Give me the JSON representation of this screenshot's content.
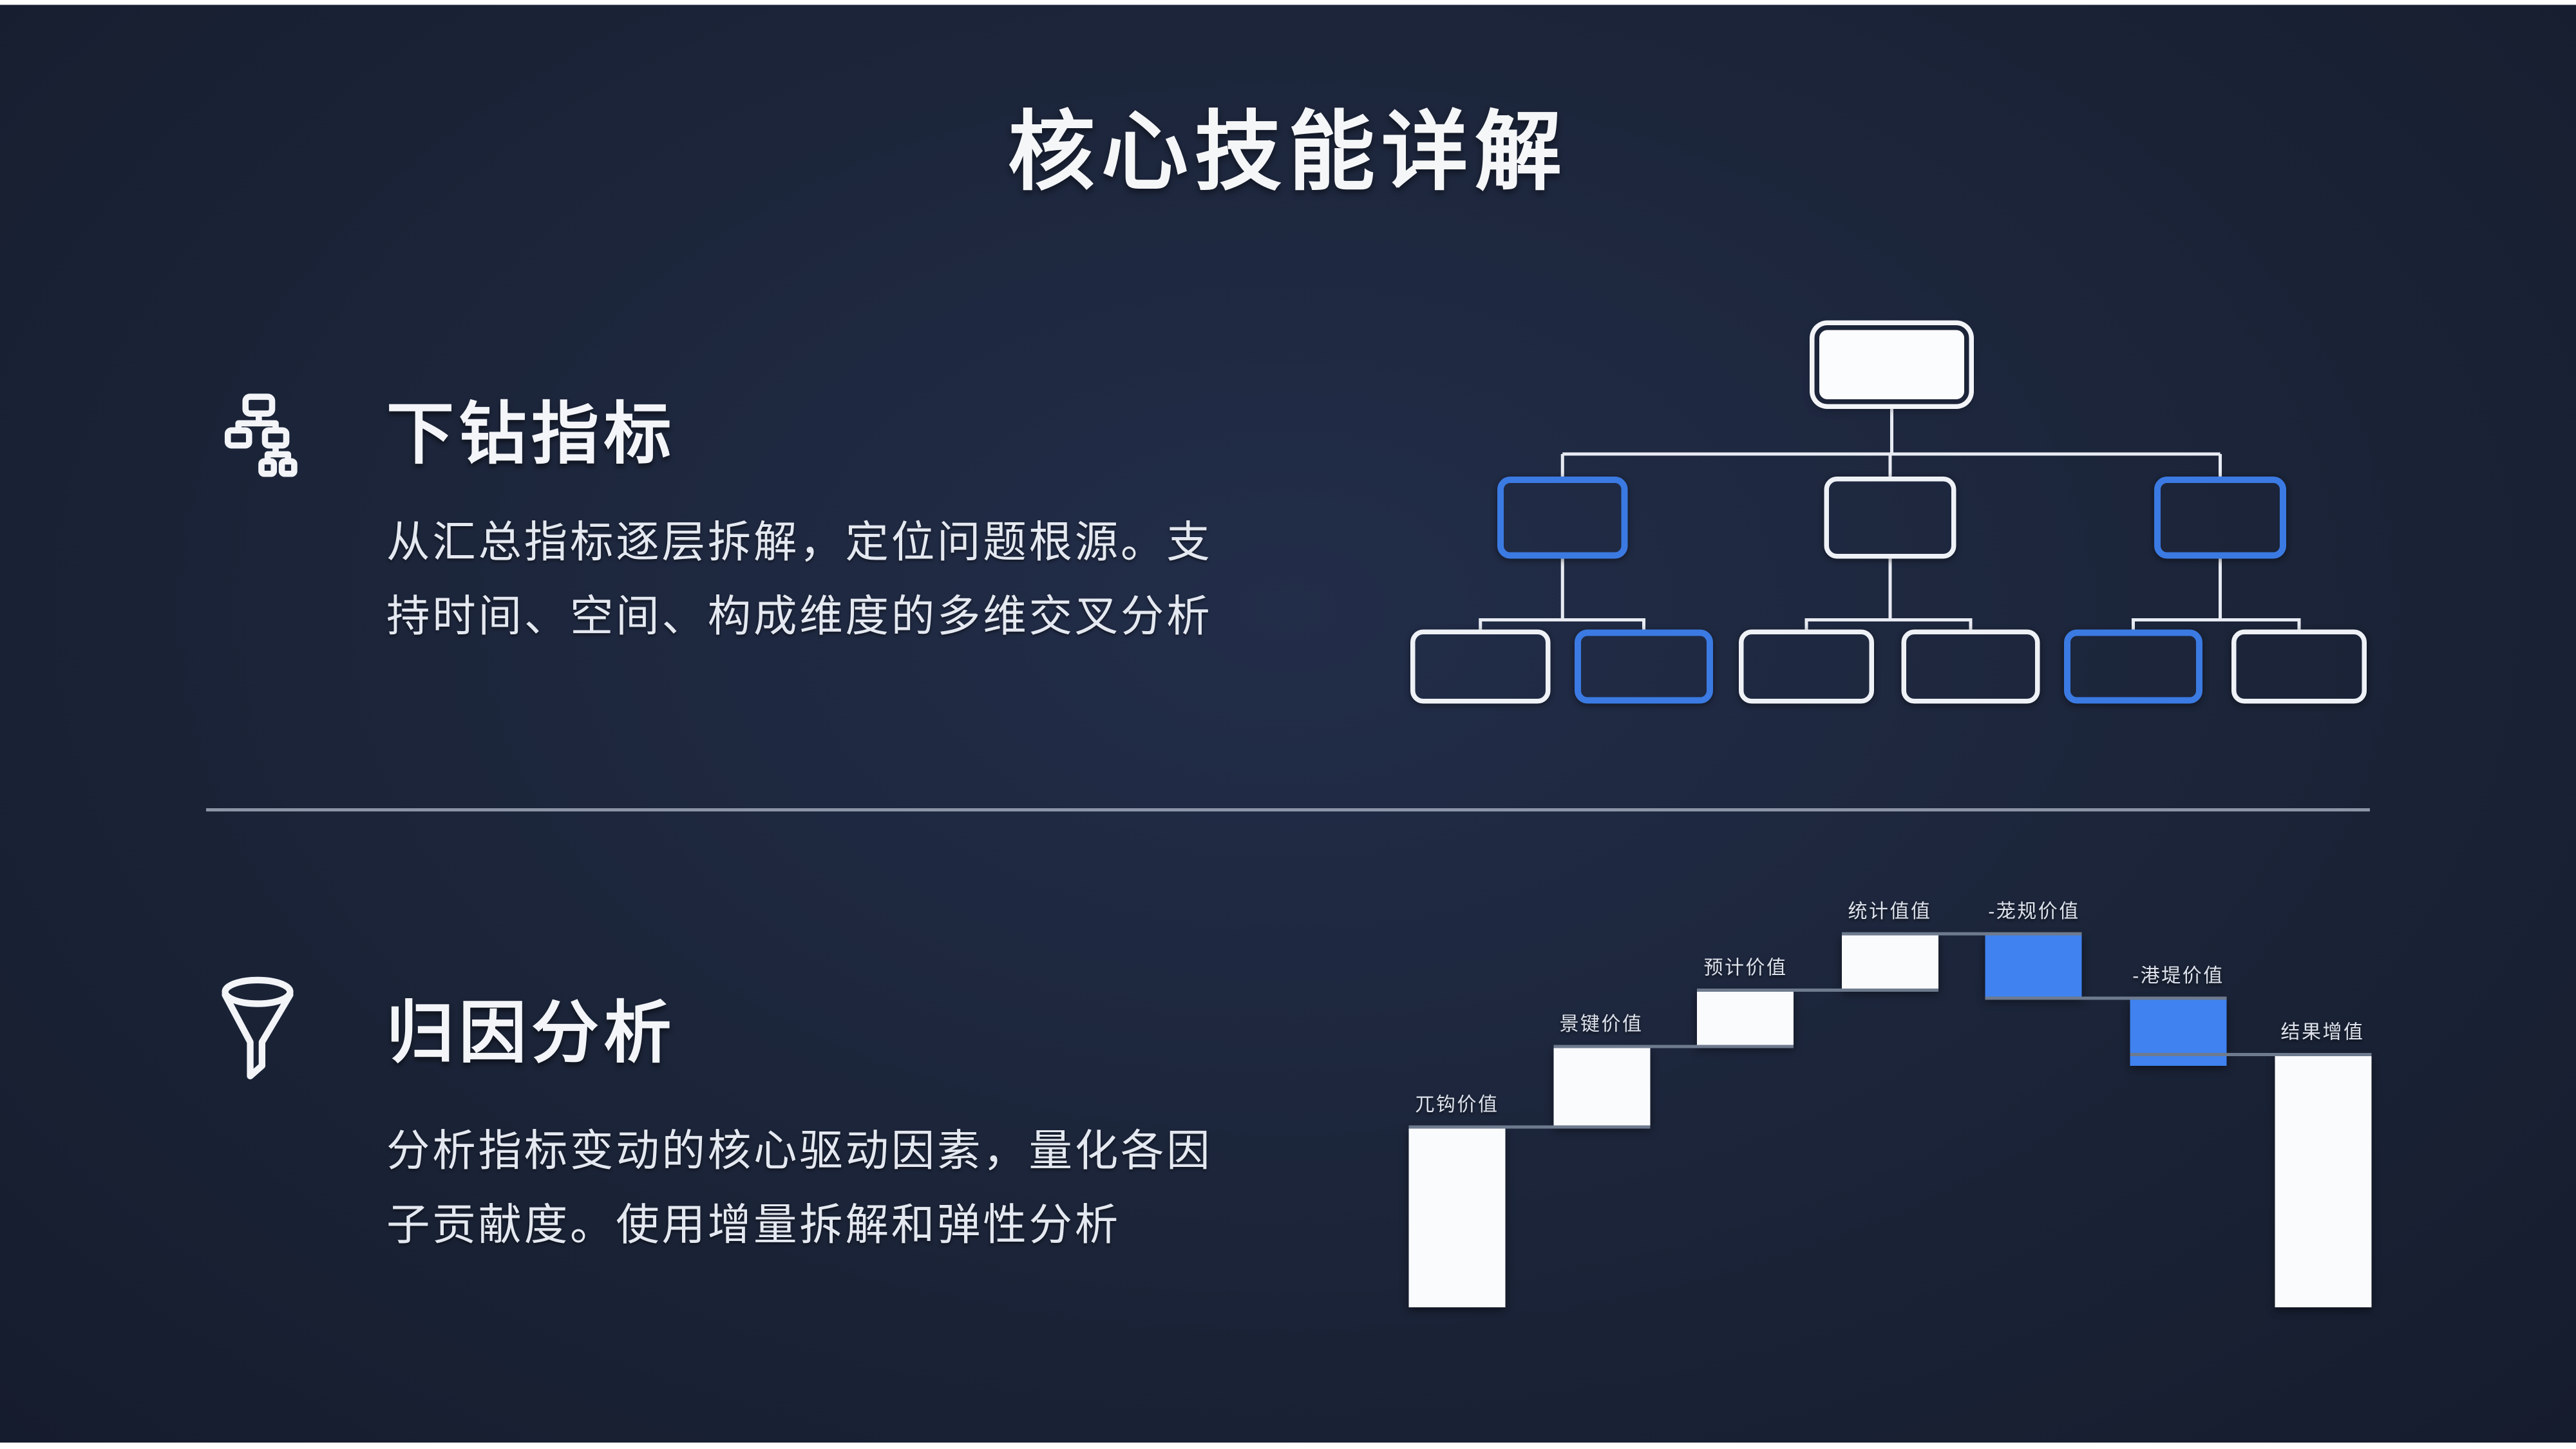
{
  "title": "核心技能详解",
  "colors": {
    "background": "#1b2438",
    "tree_blue_border": "#3b7ae2",
    "tree_white_border": "#eef1f6",
    "bar_blue": "#3f82f0",
    "bar_white": "#fafbfd",
    "text_primary": "#f5f6f8",
    "text_secondary": "#e4e8f0",
    "divider": "#a8b2c2",
    "connector_gray": "#6e7a8e"
  },
  "sections": [
    {
      "icon": "hierarchy-icon",
      "title": "下钻指标",
      "description_lines": [
        "从汇总指标逐层拆解，定位问题根源。支",
        "持时间、空间、构成维度的多维交叉分析"
      ]
    },
    {
      "icon": "funnel-icon",
      "title": "归因分析",
      "description_lines": [
        "分析指标变动的核心驱动因素，量化各因",
        "子贡献度。使用增量拆解和弹性分析"
      ]
    }
  ],
  "tree_diagram": {
    "type": "org-tree",
    "description": "3-level drill-down tree of empty boxes; some highlighted blue",
    "levels": [
      {
        "nodes": [
          {
            "style": "filled-white"
          }
        ]
      },
      {
        "nodes": [
          {
            "style": "blue-outline"
          },
          {
            "style": "white-outline"
          },
          {
            "style": "blue-outline"
          }
        ]
      },
      {
        "nodes": [
          {
            "style": "white-outline"
          },
          {
            "style": "blue-outline"
          },
          {
            "style": "white-outline"
          },
          {
            "style": "white-outline"
          },
          {
            "style": "blue-outline"
          },
          {
            "style": "white-outline"
          }
        ]
      }
    ],
    "level3_parent_of_each_node": [
      0,
      0,
      1,
      1,
      2,
      2
    ]
  },
  "chart_data": {
    "type": "waterfall",
    "title": "",
    "xlabel": "",
    "ylabel": "",
    "grid": false,
    "legend": false,
    "note": "unlabeled waterfall; white = positive steps & totals, blue = negative steps; values estimated in relative units 0-100",
    "bars": [
      {
        "label": "兀钩价值",
        "from": 0,
        "to": 45,
        "color": "white"
      },
      {
        "label": "景键价值",
        "from": 45,
        "to": 65,
        "color": "white"
      },
      {
        "label": "预计价值",
        "from": 65,
        "to": 79,
        "color": "white"
      },
      {
        "label": "统计值值",
        "from": 79,
        "to": 93,
        "color": "white"
      },
      {
        "label": "-茏规价值",
        "from": 93,
        "to": 77,
        "color": "blue"
      },
      {
        "label": "-港堤价值",
        "from": 77,
        "to": 60,
        "color": "blue"
      },
      {
        "label": "结果增值",
        "from": 63,
        "to": 0,
        "color": "white"
      }
    ]
  }
}
